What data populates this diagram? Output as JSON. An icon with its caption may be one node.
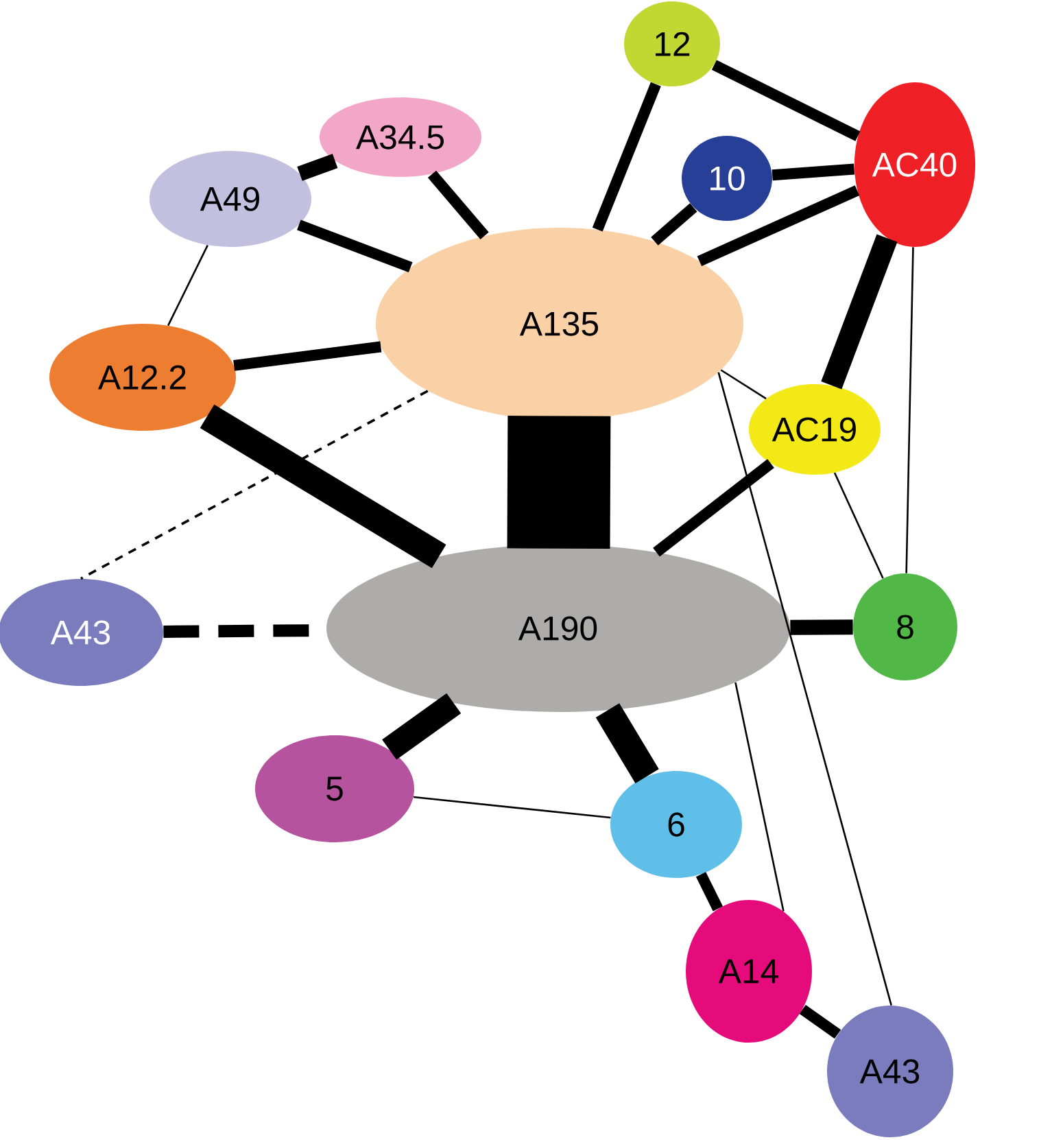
{
  "diagram": {
    "nodes": [
      {
        "text": [
          "12"
        ]
      },
      {
        "text": [
          "A34.5"
        ]
      },
      {
        "text": [
          "A49"
        ]
      },
      {
        "text": [
          "10"
        ]
      },
      {
        "text": [
          "AC40"
        ]
      },
      {
        "text": [
          "A135"
        ]
      },
      {
        "text": [
          "A12.2"
        ]
      },
      {
        "text": [
          "AC19"
        ]
      },
      {
        "text": [
          "A43"
        ]
      },
      {
        "text": [
          "A190"
        ]
      },
      {
        "text": [
          "8"
        ]
      },
      {
        "text": [
          "5"
        ]
      },
      {
        "text": [
          "6"
        ]
      },
      {
        "text": [
          "A14"
        ]
      },
      {
        "text": [
          "A43"
        ]
      }
    ],
    "edges": [
      {
        "from": 0,
        "to": 4,
        "arrow": "none"
      },
      {
        "from": 0,
        "to": 5,
        "arrow": "none"
      },
      {
        "from": 1,
        "to": 2,
        "arrow": "none"
      },
      {
        "from": 1,
        "to": 5,
        "arrow": "none"
      },
      {
        "from": 2,
        "to": 5,
        "arrow": "none"
      },
      {
        "from": 2,
        "to": 6,
        "arrow": "none"
      },
      {
        "from": 3,
        "to": 4,
        "arrow": "none"
      },
      {
        "from": 3,
        "to": 5,
        "arrow": "none"
      },
      {
        "from": 4,
        "to": 5,
        "arrow": "none"
      },
      {
        "from": 4,
        "to": 7,
        "arrow": "none",
        "style": "thick"
      },
      {
        "from": 4,
        "to": 10,
        "arrow": "none"
      },
      {
        "from": 5,
        "to": 6,
        "arrow": "none"
      },
      {
        "from": 5,
        "to": 9,
        "arrow": "none",
        "style": "thick"
      },
      {
        "from": 5,
        "to": 7,
        "arrow": "none"
      },
      {
        "from": 5,
        "to": 14,
        "arrow": "none"
      },
      {
        "from": 5,
        "to": 8,
        "arrow": "none",
        "style": "dashed"
      },
      {
        "from": 6,
        "to": 9,
        "arrow": "none",
        "style": "thick"
      },
      {
        "from": 7,
        "to": 9,
        "arrow": "none"
      },
      {
        "from": 7,
        "to": 10,
        "arrow": "none"
      },
      {
        "from": 8,
        "to": 9,
        "arrow": "none",
        "style": "dashed"
      },
      {
        "from": 9,
        "to": 10,
        "arrow": "none"
      },
      {
        "from": 9,
        "to": 11,
        "arrow": "none",
        "style": "thick"
      },
      {
        "from": 9,
        "to": 12,
        "arrow": "none",
        "style": "thick"
      },
      {
        "from": 9,
        "to": 13,
        "arrow": "none"
      },
      {
        "from": 11,
        "to": 12,
        "arrow": "none"
      },
      {
        "from": 12,
        "to": 13,
        "arrow": "none"
      },
      {
        "from": 13,
        "to": 14,
        "arrow": "none"
      }
    ]
  }
}
